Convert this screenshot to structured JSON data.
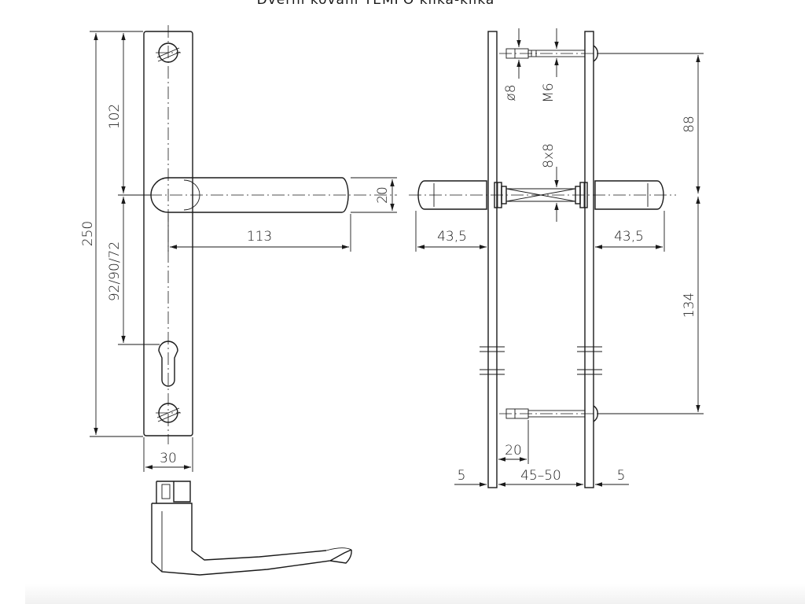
{
  "title": "Dveřní kování TEMPO klika-klika",
  "dimensions": {
    "plate_height": "250",
    "upper_distance": "102",
    "spacing": "92/90/72",
    "plate_width": "30",
    "handle_length": "113",
    "handle_diameter": "20",
    "projection_left": "43,5",
    "projection_right": "43,5",
    "screw_diameter": "ø8",
    "thread": "M6",
    "spindle": "8x8",
    "upper_screw": "88",
    "lower_screw": "134",
    "screw_length": "20",
    "door_thickness": "45–50",
    "plate_thickness_left": "5",
    "plate_thickness_right": "5"
  }
}
